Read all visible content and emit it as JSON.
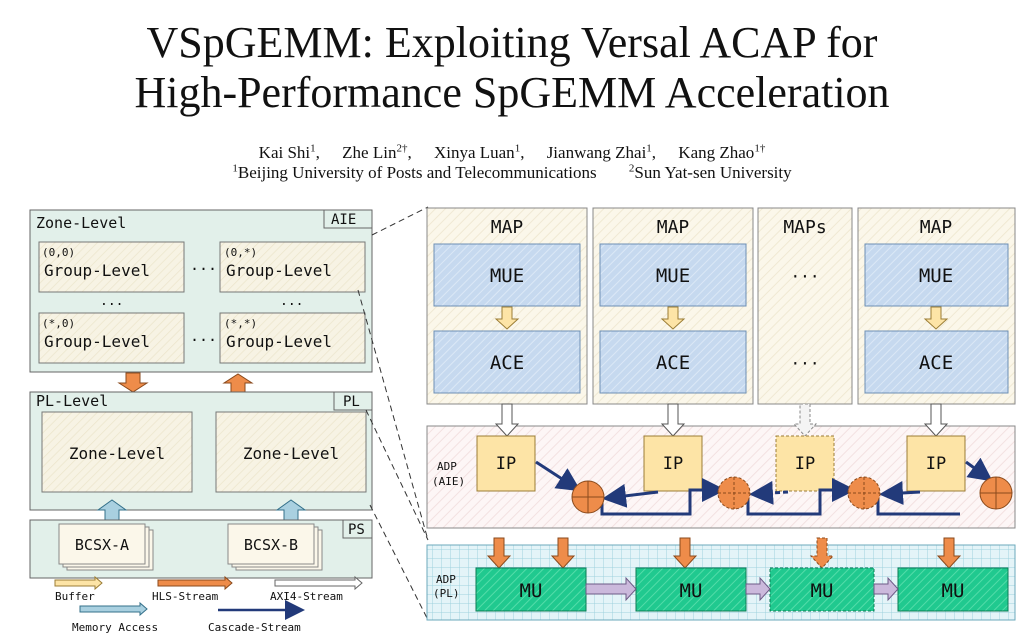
{
  "paper": {
    "title_line1": "VSpGEMM: Exploiting Versal ACAP for",
    "title_line2": "High-Performance SpGEMM Acceleration",
    "authors": [
      {
        "name": "Kai Shi",
        "sup": "1"
      },
      {
        "name": "Zhe Lin",
        "sup": "2†"
      },
      {
        "name": "Xinya Luan",
        "sup": "1"
      },
      {
        "name": "Jianwang Zhai",
        "sup": "1"
      },
      {
        "name": "Kang Zhao",
        "sup": "1†"
      }
    ],
    "affiliations": [
      {
        "sup": "1",
        "name": "Beijing University of Posts and Telecommunications"
      },
      {
        "sup": "2",
        "name": "Sun Yat-sen University"
      }
    ]
  },
  "figure": {
    "left": {
      "zone_level_title": "Zone-Level",
      "aie_tag": "AIE",
      "groups": [
        {
          "coord": "(0,0)",
          "label": "Group-Level"
        },
        {
          "coord": "(0,*)",
          "label": "Group-Level"
        },
        {
          "coord": "(*,0)",
          "label": "Group-Level"
        },
        {
          "coord": "(*,*)",
          "label": "Group-Level"
        }
      ],
      "ellipsis": "···",
      "vdots": "...",
      "pl_level_title": "PL-Level",
      "pl_tag": "PL",
      "zones": [
        "Zone-Level",
        "Zone-Level"
      ],
      "ps_tag": "PS",
      "bcsx": [
        "BCSX-A",
        "BCSX-B"
      ]
    },
    "legend": {
      "buffer": "Buffer",
      "hls_stream": "HLS-Stream",
      "axi4_stream": "AXI4-Stream",
      "memory_access": "Memory Access",
      "cascade_stream": "Cascade-Stream"
    },
    "right": {
      "maps": [
        {
          "title": "MAP",
          "top": "MUE",
          "bottom": "ACE"
        },
        {
          "title": "MAP",
          "top": "MUE",
          "bottom": "ACE"
        },
        {
          "title": "MAPs",
          "top": "···",
          "bottom": "···"
        },
        {
          "title": "MAP",
          "top": "MUE",
          "bottom": "ACE"
        }
      ],
      "adp_aie_label": [
        "ADP",
        "(AIE)"
      ],
      "ip_label": "IP",
      "adp_pl_label": [
        "ADP",
        "(PL)"
      ],
      "mu_label": "MU"
    },
    "colors": {
      "green_panel": "#e2f0ea",
      "blue_block": "#c6d9ef",
      "tan_panel": "#fbf7ea",
      "ip_yellow": "#fde4a6",
      "orange_node": "#ee8c4a",
      "mu_green": "#20c98f",
      "cascade_blue": "#223a7a"
    }
  }
}
